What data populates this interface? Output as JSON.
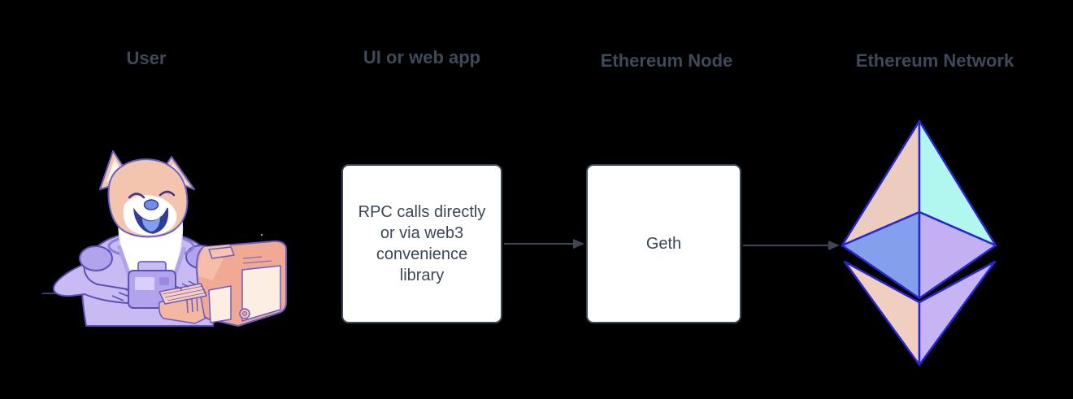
{
  "diagram": {
    "background": "#000000",
    "lanes": [
      {
        "id": "user",
        "label": "User"
      },
      {
        "id": "ui",
        "label": "UI or web app"
      },
      {
        "id": "node",
        "label": "Ethereum Node"
      },
      {
        "id": "network",
        "label": "Ethereum Network"
      }
    ],
    "boxes": {
      "rpc": {
        "lane": "ui",
        "text": "RPC calls directly\nor via web3\nconvenience\nlibrary"
      },
      "geth": {
        "lane": "node",
        "text": "Geth"
      }
    },
    "arrows": [
      {
        "from": "rpc",
        "to": "geth"
      },
      {
        "from": "geth",
        "to": "network"
      }
    ],
    "illustrations": {
      "user": "doge-astronaut-at-retro-computer",
      "network": "ethereum-diamond-logo"
    }
  },
  "colors": {
    "heading_text": "#3e4a59",
    "box_fill": "#ffffff",
    "box_border": "#3d4756",
    "box_text": "#3b4656",
    "arrow": "#3d4756",
    "eth_outline": "#2727cf",
    "eth_top_left": "#edccc0",
    "eth_top_right": "#b2f7ef",
    "eth_mid_left": "#84a0ec",
    "eth_mid_right": "#c2b0f2",
    "eth_bottom_left": "#f0cfc0",
    "eth_bottom_right": "#c6b4f4",
    "doge_fur": "#f4c5ae",
    "doge_chest": "#ffffff",
    "doge_ear_inner": "#fff7f1",
    "doge_suit": "#c9baf4",
    "doge_suit_dark": "#b3a2ec",
    "doge_line": "#5a50b5",
    "doge_nose": "#6f8fe3",
    "doge_mouth": "#2e3f8f",
    "doge_tongue": "#7ea1ef",
    "computer_body": "#f0aa93",
    "computer_bevel": "#f6bda9",
    "computer_notch": "#f7c3ae",
    "computer_panel": "#fdeee4",
    "computer_base": "#f4b7a1",
    "computer_keyboard": "#f8cdbb",
    "computer_line": "#6a5cc4",
    "desk_line": "#3c3c78"
  }
}
